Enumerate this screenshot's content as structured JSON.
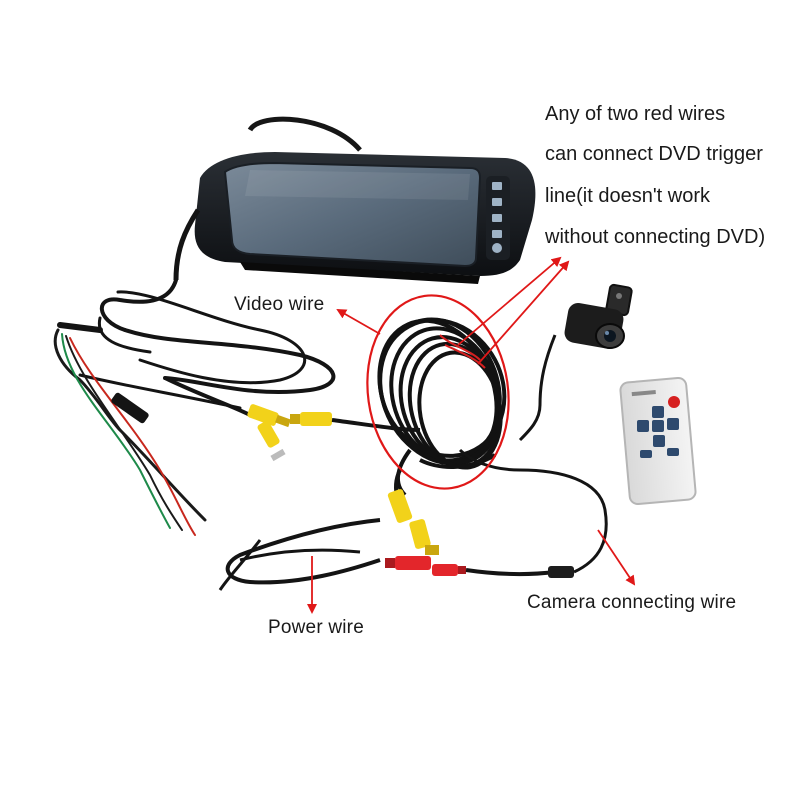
{
  "annotations": {
    "dvd_note": [
      "Any of two red wires",
      "can connect DVD trigger",
      "line(it doesn't work",
      "without connecting DVD)"
    ],
    "video_wire": "Video wire",
    "power_wire": "Power wire",
    "camera_wire": "Camera connecting wire"
  },
  "colors": {
    "annotation_red": "#e01818",
    "rca_yellow": "#f2d21a",
    "rca_red": "#e3262b",
    "cable_black": "#141414"
  },
  "objects": {
    "mirror_monitor": "rear-view-mirror-monitor",
    "backup_camera": "backup-camera",
    "remote_control": "remote-control"
  }
}
